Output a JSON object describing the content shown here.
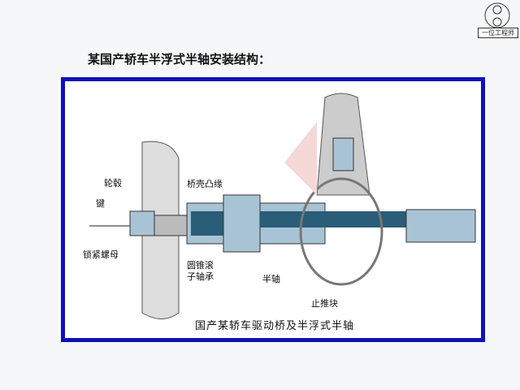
{
  "slide": {
    "title": "某国产轿车半浮式半轴安装结构："
  },
  "logo": {
    "text": "一位工程师"
  },
  "diagram": {
    "caption": "国产某轿车驱动桥及半浮式半轴",
    "labels": {
      "hub": "轮毂",
      "key": "键",
      "lock_nut": "锁紧螺母",
      "housing_flange": "桥壳凸缘",
      "bearing_line1": "圆锥滚",
      "bearing_line2": "子轴承",
      "half_shaft": "半轴",
      "thrust_block": "止推块"
    },
    "colors": {
      "frame": "#1010b8",
      "metal": "#a9c3d6",
      "dark": "#2a5d78",
      "hatch": "#777777"
    }
  }
}
